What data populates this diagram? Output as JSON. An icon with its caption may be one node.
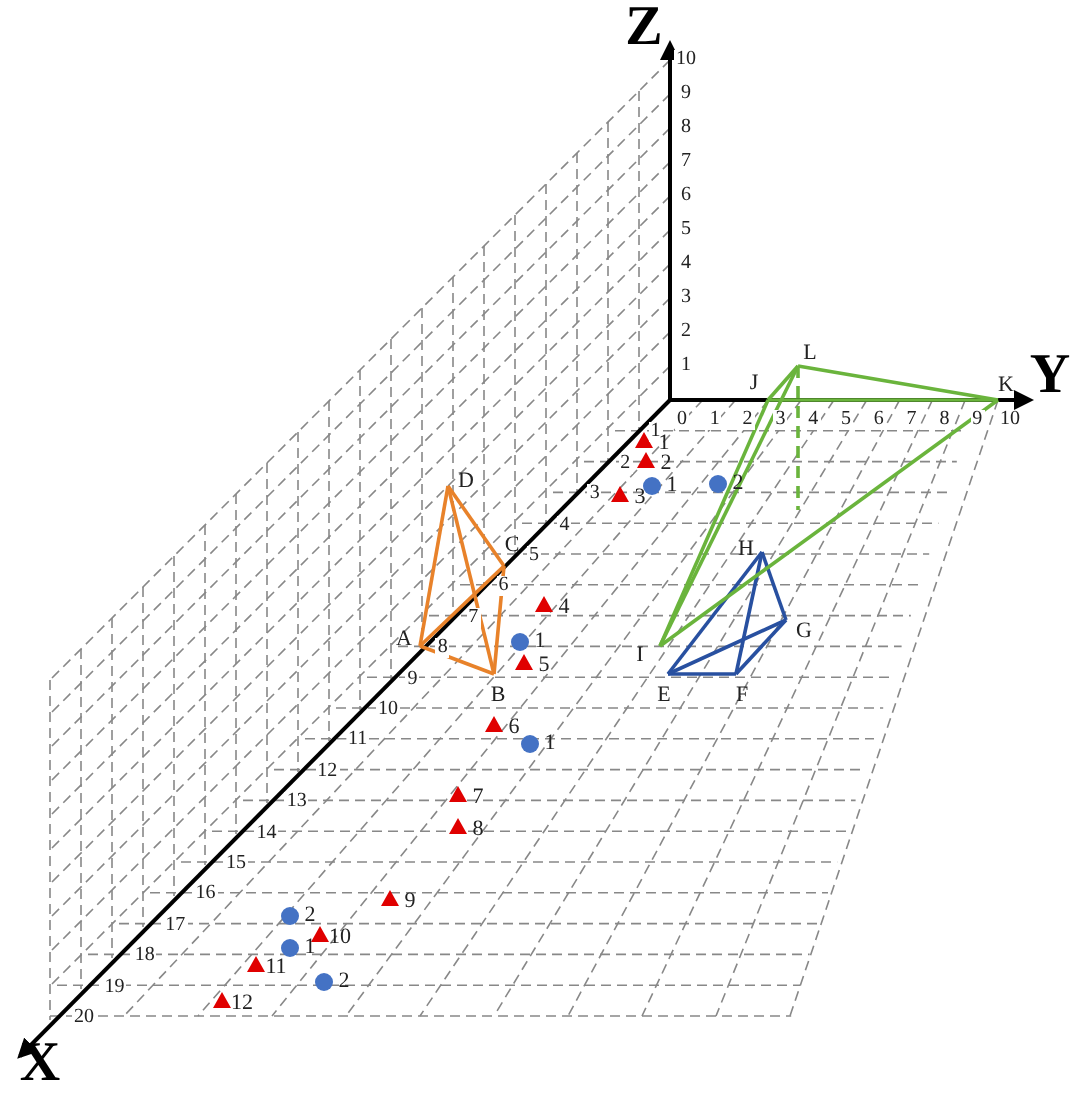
{
  "diagram": {
    "labels": [
      "Z",
      "10",
      "9",
      "8",
      "7",
      "6",
      "5",
      "4",
      "3",
      "2",
      "1",
      "Y",
      "0",
      "1",
      "2",
      "3",
      "4",
      "5",
      "6",
      "7",
      "8",
      "9",
      "10",
      "X",
      "1",
      "2",
      "3",
      "4",
      "5",
      "6",
      "7",
      "8",
      "9",
      "10",
      "11",
      "12",
      "13",
      "14",
      "15",
      "16",
      "17",
      "18",
      "19",
      "20",
      "1",
      "2",
      "3",
      "4",
      "5",
      "6",
      "7",
      "8",
      "9",
      "10",
      "11",
      "12",
      "1",
      "2",
      "1",
      "1",
      "2",
      "1",
      "2",
      "A",
      "B",
      "C",
      "D",
      "E",
      "F",
      "G",
      "H",
      "I",
      "J",
      "K",
      "L"
    ]
  }
}
